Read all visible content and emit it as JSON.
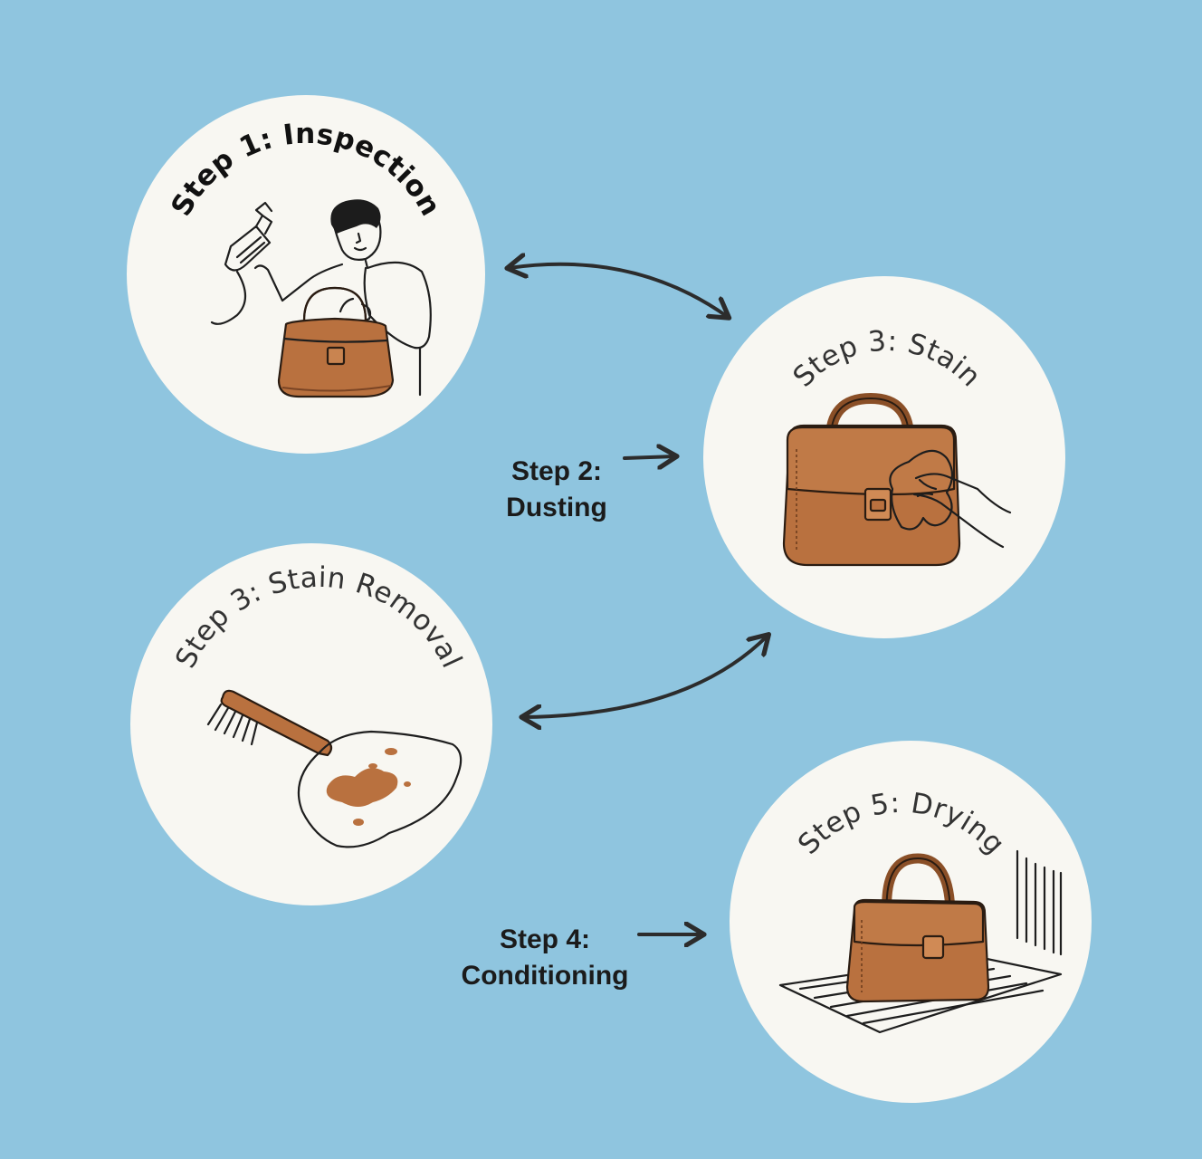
{
  "steps": [
    {
      "id": "step1",
      "title": "Step 1: Inspection"
    },
    {
      "id": "step2",
      "title": "Step 2:",
      "subtitle": "Dusting"
    },
    {
      "id": "step3a",
      "title": "Step 3: Stain"
    },
    {
      "id": "step3b",
      "title": "Step 3: Stain Removal"
    },
    {
      "id": "step4",
      "title": "Step 4:",
      "subtitle": "Conditioning"
    },
    {
      "id": "step5",
      "title": "Step 5: Drying"
    }
  ],
  "colors": {
    "background": "#8fc5df",
    "circle": "#f8f7f2",
    "leather": "#b9713f",
    "text": "#1b1b1b"
  },
  "icons": [
    "spray-bottle-icon",
    "handbag-icon",
    "person-icon",
    "cloth-icon",
    "brush-icon",
    "stain-icon",
    "radiator-icon",
    "mat-icon"
  ]
}
